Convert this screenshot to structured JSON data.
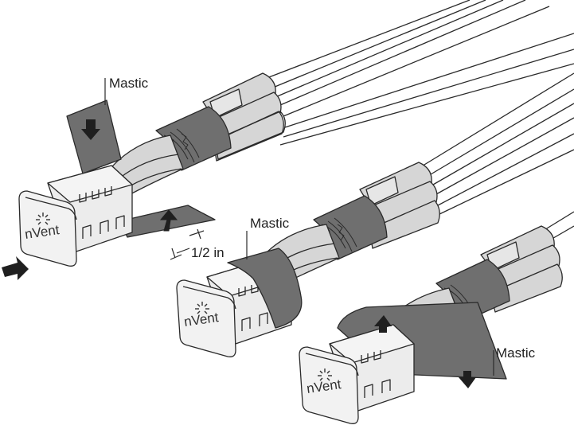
{
  "labels": {
    "mastic_1": "Mastic",
    "mastic_2": "Mastic",
    "mastic_3": "Mastic",
    "overlap": "1/2 in"
  },
  "brand": {
    "logo_text": "nVent"
  },
  "colors": {
    "mastic": "#6f6f6f",
    "sleeve": "#d6d6d6",
    "outline": "#2a2a2a",
    "endcap": "#ececec",
    "arrow": "#1f1f1f"
  },
  "icons": [
    "arrow-down-icon",
    "arrow-up-icon",
    "arrow-right-icon",
    "sunburst-logo-icon"
  ]
}
